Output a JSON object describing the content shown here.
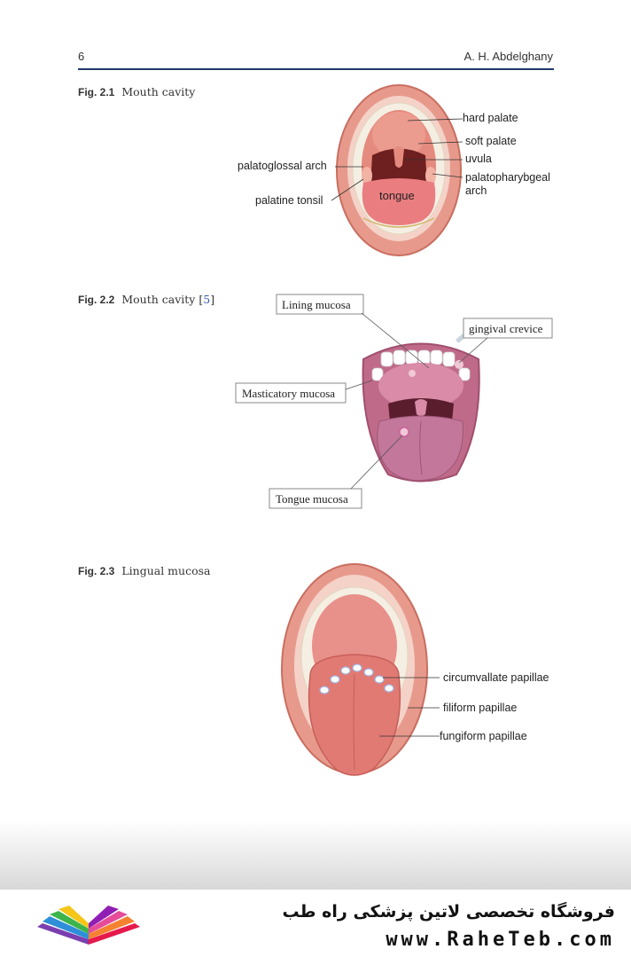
{
  "header": {
    "page_number": "6",
    "author": "A. H. Abdelghany"
  },
  "figures": [
    {
      "num": "Fig. 2.1",
      "title": "Mouth cavity",
      "ref": "",
      "labels": {
        "hard_palate": "hard palate",
        "soft_palate": "soft palate",
        "uvula": "uvula",
        "palatopharyngeal_1": "palatopharybgeal",
        "palatopharyngeal_2": "arch",
        "palatoglossal": "palatoglossal arch",
        "palatine_tonsil": "palatine tonsil",
        "tongue": "tongue"
      }
    },
    {
      "num": "Fig. 2.2",
      "title": "Mouth cavity",
      "ref": "5",
      "labels": {
        "lining": "Lining mucosa",
        "gingival": "gingival crevice",
        "masticatory": "Masticatory mucosa",
        "tongue_mucosa": "Tongue mucosa"
      }
    },
    {
      "num": "Fig. 2.3",
      "title": "Lingual mucosa",
      "ref": "",
      "labels": {
        "circumvallate": "circumvallate papillae",
        "filiform": "filiform papillae",
        "fungiform": "fungiform papillae"
      }
    }
  ],
  "footer": {
    "store_name": "فروشگاه تخصصی لاتین پزشکی  راه طب",
    "url": "www.RaheTeb.com"
  }
}
